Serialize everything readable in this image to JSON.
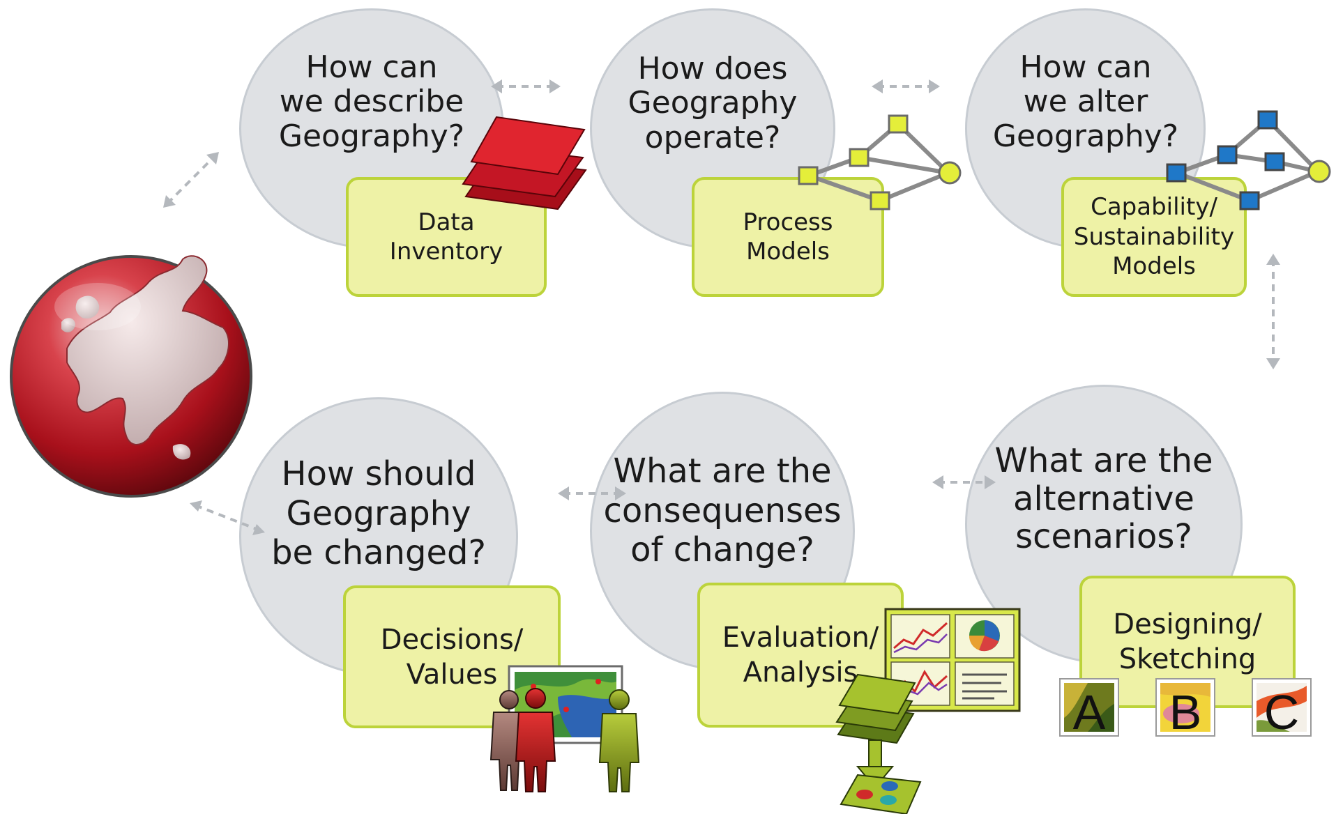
{
  "top_row": [
    {
      "question": [
        "How can",
        "we describe",
        "Geography?"
      ],
      "model": [
        "Data",
        "Inventory"
      ]
    },
    {
      "question": [
        "How does",
        "Geography",
        "operate?"
      ],
      "model": [
        "Process",
        "Models"
      ]
    },
    {
      "question": [
        "How can",
        "we alter",
        "Geography?"
      ],
      "model": [
        "Capability/",
        "Sustainability",
        "Models"
      ]
    }
  ],
  "bottom_row": [
    {
      "question": [
        "How should",
        "Geography",
        "be changed?"
      ],
      "model": [
        "Decisions/",
        "Values"
      ]
    },
    {
      "question": [
        "What are the",
        "consequenses",
        "of change?"
      ],
      "model": [
        "Evaluation/",
        "Analysis"
      ]
    },
    {
      "question": [
        "What are the",
        "alternative",
        "scenarios?"
      ],
      "model": [
        "Designing/",
        "Sketching"
      ]
    }
  ],
  "scenario_tiles": [
    "A",
    "B",
    "C"
  ],
  "colors": {
    "circle_fill": "#dfe1e4",
    "box_fill": "#eef2a6",
    "box_border": "#bcd33a",
    "globe_red": "#b3121e",
    "arrow_gray": "#b4b8bd",
    "node_blue": "#1f78c8",
    "node_yellow": "#e4ee3a"
  },
  "icons": [
    "globe-icon",
    "red-layers-icon",
    "yellow-network-icon",
    "blue-network-icon",
    "map-people-icon",
    "analysis-dashboard-icon",
    "sketch-tiles-icon"
  ]
}
